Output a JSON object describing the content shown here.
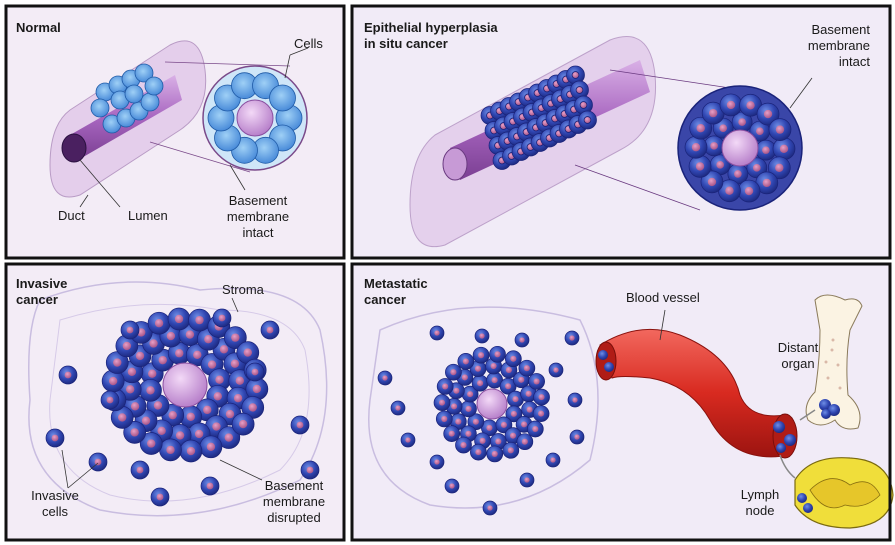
{
  "panels": {
    "normal": {
      "title": "Normal",
      "labels": {
        "cells": "Cells",
        "duct": "Duct",
        "lumen": "Lumen",
        "basement_1": "Basement",
        "basement_2": "membrane",
        "basement_3": "intact"
      }
    },
    "epithelial": {
      "title_1": "Epithelial hyperplasia",
      "title_2": "in situ cancer",
      "labels": {
        "basement_1": "Basement",
        "basement_2": "membrane",
        "basement_3": "intact"
      }
    },
    "invasive": {
      "title_1": "Invasive",
      "title_2": "cancer",
      "labels": {
        "stroma": "Stroma",
        "invasive_1": "Invasive",
        "invasive_2": "cells",
        "basement_1": "Basement",
        "basement_2": "membrane",
        "basement_3": "disrupted"
      }
    },
    "metastatic": {
      "title_1": "Metastatic",
      "title_2": "cancer",
      "labels": {
        "blood_vessel": "Blood vessel",
        "distant_1": "Distant",
        "distant_2": "organ",
        "lymph_1": "Lymph",
        "lymph_2": "node"
      }
    }
  },
  "colors": {
    "panel_bg": "#f3ecf6",
    "border": "#111111",
    "cell_fill": "#2c3fa8",
    "cell_light": "#5a78d8",
    "nucleus": "#c46a9a",
    "duct": "#b27ac8",
    "lumen": "#dcb4e6",
    "vessel": "#e8322a",
    "lymph": "#f0de3a",
    "bone": "#fbf3e3"
  }
}
